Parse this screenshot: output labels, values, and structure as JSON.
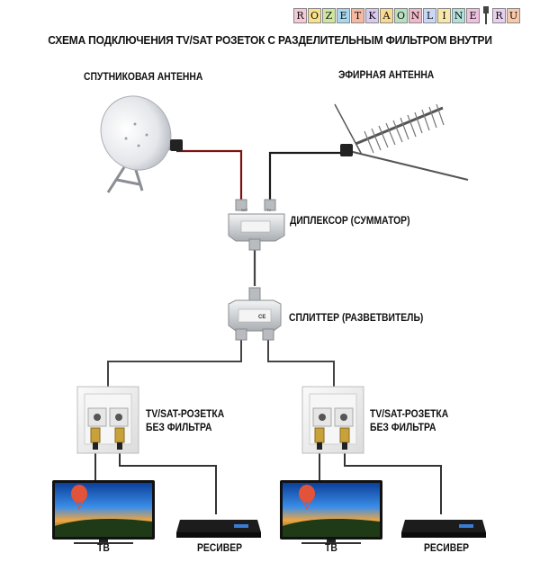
{
  "logo": {
    "letters": [
      "R",
      "O",
      "Z",
      "E",
      "T",
      "K",
      "A",
      "O",
      "N",
      "L",
      "I",
      "N",
      "E",
      "",
      "R",
      "U"
    ],
    "colors": [
      "#f7c8d8",
      "#f9e08a",
      "#cfe6a0",
      "#a7d8f0",
      "#f7b8a0",
      "#d9c8f0",
      "#f9d890",
      "#b8e0c0",
      "#f0b8c8",
      "#c8d8f8",
      "#f8e8a8",
      "#b0e0d8",
      "#f0c0e0",
      "",
      "#e8d0f0",
      "#f8c8a8"
    ]
  },
  "title": "СХЕМА ПОДКЛЮЧЕНИЯ TV/SAT РОЗЕТОК С РАЗДЕЛИТЕЛЬНЫМ ФИЛЬТРОМ ВНУТРИ",
  "labels": {
    "satellite": "СПУТНИКОВАЯ АНТЕННА",
    "terrestrial": "ЭФИРНАЯ АНТЕННА",
    "diplexer": "ДИПЛЕКСОР (СУММАТОР)",
    "splitter": "СПЛИТТЕР (РАЗВЕТВИТЕЛЬ)",
    "socket_line1": "TV/SAT-РОЗЕТКА",
    "socket_line2": "БЕЗ ФИЛЬТРА",
    "tv": "ТВ",
    "receiver": "РЕСИВЕР"
  },
  "device_text": {
    "diplexer_ports": [
      "SAT",
      "TV"
    ],
    "splitter_brand": "CE"
  },
  "colors": {
    "cable_red": "#7a1212",
    "cable_dark": "#1a1a1a",
    "cable_grey": "#555555",
    "device_body": "#d8dadc",
    "screen_sky": "#1e6fd0",
    "receiver_body": "#1c1c1c"
  }
}
